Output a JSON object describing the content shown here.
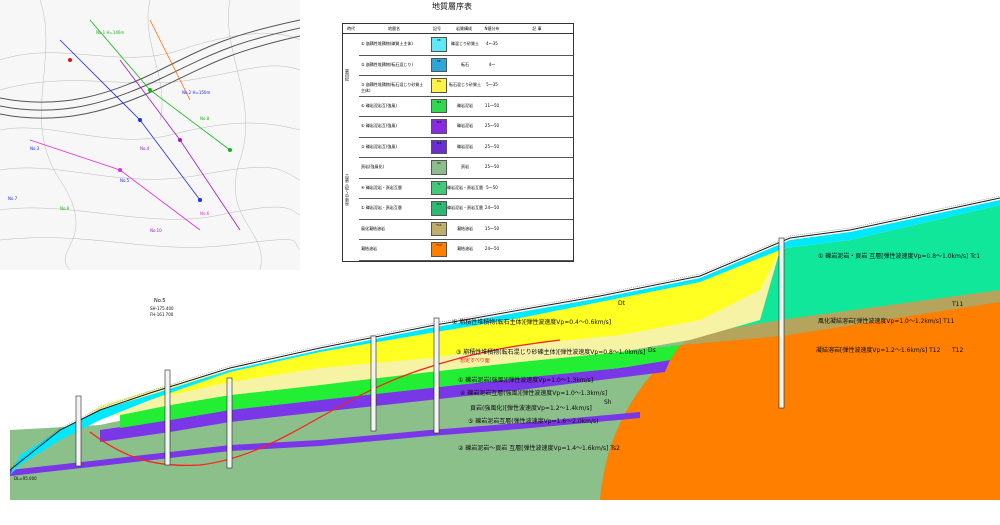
{
  "legend": {
    "title": "地質層序表",
    "headers": [
      "時代",
      "地層名",
      "記号",
      "岩質構成",
      "N値分布",
      "記 事"
    ],
    "eras": [
      "第四紀",
      "古第三紀〜中新世"
    ],
    "rows": [
      {
        "name": "① 崩積性堆積物(礫質土主体)",
        "code": "Dt",
        "rock": "礫混じり砂質土",
        "n": "4〜35",
        "color": "#5fe8f5"
      },
      {
        "name": "② 崩積性堆積物(転石混じり)",
        "code": "Dt",
        "rock": "転石",
        "n": "4〜",
        "color": "#2ea7d8"
      },
      {
        "name": "③ 崩積性堆積物(転石混じり砂質土主体)",
        "code": "Ds",
        "rock": "転石混じり砂質土",
        "n": "5〜35",
        "color": "#fff34a"
      },
      {
        "name": "① 礫岩泥岩互(強風)",
        "code": "Ts1",
        "rock": "礫岩泥岩",
        "n": "11〜50",
        "color": "#31d84f"
      },
      {
        "name": "① 礫岩泥岩互(強風)",
        "code": "Ts2",
        "rock": "礫岩泥岩",
        "n": "25〜50",
        "color": "#8a2be2"
      },
      {
        "name": "② 礫岩泥岩互(強風)",
        "code": "Ts3",
        "rock": "礫岩泥岩",
        "n": "25〜50",
        "color": "#6a2fd0"
      },
      {
        "name": "頁岩(強風化)",
        "code": "Sh",
        "rock": "頁岩",
        "n": "25〜50",
        "color": "#8dbd8b"
      },
      {
        "name": "④ 礫岩泥岩・頁岩互層",
        "code": "Tc",
        "rock": "礫岩泥岩・頁岩互層",
        "n": "5〜50",
        "color": "#41c979"
      },
      {
        "name": "① 礫岩泥岩・頁岩互層",
        "code": "Tc2",
        "rock": "礫岩泥岩・頁岩互層",
        "n": "24〜50",
        "color": "#2db872"
      },
      {
        "name": "風化凝結溶岩",
        "code": "T11",
        "rock": "凝結溶岩",
        "n": "15〜50",
        "color": "#bfae6a"
      },
      {
        "name": "凝結溶岩",
        "code": "T12",
        "rock": "凝結溶岩",
        "n": "24〜50",
        "color": "#ff7f00"
      }
    ]
  },
  "section": {
    "labels": {
      "layer_dt": "① 崩積性堆積物(転石主体)[弾性波速度Vp=0.4〜0.6km/s]",
      "layer_ds": "③ 崩積性堆積物(転石混じり砂礫主体)[弾性波速度Vp=0.8〜1.0km/s]",
      "layer_ts1": "① 礫岩泥岩(強風)[弾性波速度Vp=1.0〜1.3km/s]",
      "layer_ts2": "④ 礫岩泥岩互層(強風)[弾性波速度Vp=1.0〜1.3km/s]",
      "layer_sh": "頁岩(強風化)[弾性波速度Vp=1.2〜1.4km/s]",
      "layer_ts3": "⑤ 礫岩泥岩互層(弾性波速度Vp=1.6〜2.0km/s)",
      "layer_deep": "② 礫岩泥岩〜頁岩 互層[弾性波速度Vp=1.4〜1.6km/s]  Ts2",
      "layer_right_top": "① 礫岩泥岩・頁岩 互層[弾性波速度Vp=0.8〜1.0km/s]  Tc1",
      "layer_right_mid": "風化凝結溶岩[弾性波速度Vp=1.0〜1.2km/s]  T11",
      "layer_right_low": "凝結溶岩[弾性波速度Vp=1.2〜1.6km/s]  T12",
      "slip": "想定すべり面",
      "code_dt": "Dt",
      "code_ds": "Ds",
      "code_sh": "Sh",
      "code_t11": "T11",
      "code_t12": "T12",
      "station": "No.5",
      "station_sub1": "SH-175.400",
      "station_sub2": "FH-161.700",
      "datum": "DL=95.000"
    },
    "colors": {
      "dt": "#00e8ff",
      "ds": "#ffff22",
      "ds_pale": "#f6f3a5",
      "ts1": "#22ee33",
      "ts2": "#7a37e8",
      "sh": "#8cc08a",
      "tc": "#10e79a",
      "t11": "#b5a45b",
      "t12": "#ff7f00",
      "slip": "#ff1d1d"
    }
  },
  "map": {
    "labels": [
      "No.1 H=146m",
      "No.2 H=150m",
      "No.3",
      "No.4",
      "No.5",
      "No.6",
      "No.7",
      "No.8",
      "No.9",
      "No.10"
    ]
  }
}
